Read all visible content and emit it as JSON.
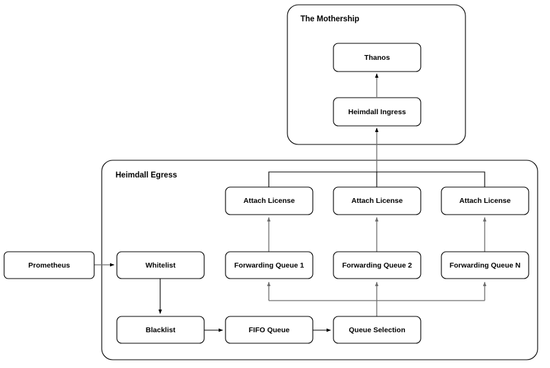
{
  "diagram": {
    "title_visible": false,
    "background_color": "#ffffff",
    "stroke_color": "#000000",
    "edge_color": "#6e6e6e",
    "text_color": "#000000"
  },
  "groups": [
    {
      "id": "mothership",
      "label": "The Mothership"
    },
    {
      "id": "heimdall_egress",
      "label": "Heimdall Egress"
    }
  ],
  "nodes": [
    {
      "id": "thanos",
      "label": "Thanos"
    },
    {
      "id": "heimdall_ingress",
      "label": "Heimdall Ingress"
    },
    {
      "id": "prometheus",
      "label": "Prometheus"
    },
    {
      "id": "whitelist",
      "label": "Whitelist"
    },
    {
      "id": "blacklist",
      "label": "Blacklist"
    },
    {
      "id": "fifo_queue",
      "label": "FIFO Queue"
    },
    {
      "id": "queue_selection",
      "label": "Queue Selection"
    },
    {
      "id": "forwarding_queue_1",
      "label": "Forwarding Queue 1"
    },
    {
      "id": "forwarding_queue_2",
      "label": "Forwarding Queue 2"
    },
    {
      "id": "forwarding_queue_n",
      "label": "Forwarding Queue N"
    },
    {
      "id": "attach_license_1",
      "label": "Attach License"
    },
    {
      "id": "attach_license_2",
      "label": "Attach License"
    },
    {
      "id": "attach_license_n",
      "label": "Attach License"
    }
  ],
  "edges": [
    {
      "from": "prometheus",
      "to": "whitelist"
    },
    {
      "from": "whitelist",
      "to": "blacklist"
    },
    {
      "from": "blacklist",
      "to": "fifo_queue"
    },
    {
      "from": "fifo_queue",
      "to": "queue_selection"
    },
    {
      "from": "queue_selection",
      "to": "forwarding_queue_1"
    },
    {
      "from": "queue_selection",
      "to": "forwarding_queue_2"
    },
    {
      "from": "queue_selection",
      "to": "forwarding_queue_n"
    },
    {
      "from": "forwarding_queue_1",
      "to": "attach_license_1"
    },
    {
      "from": "forwarding_queue_2",
      "to": "attach_license_2"
    },
    {
      "from": "forwarding_queue_n",
      "to": "attach_license_n"
    },
    {
      "from": "attach_license_1",
      "to": "heimdall_ingress"
    },
    {
      "from": "attach_license_2",
      "to": "heimdall_ingress"
    },
    {
      "from": "attach_license_n",
      "to": "heimdall_ingress"
    },
    {
      "from": "heimdall_ingress",
      "to": "thanos"
    }
  ]
}
